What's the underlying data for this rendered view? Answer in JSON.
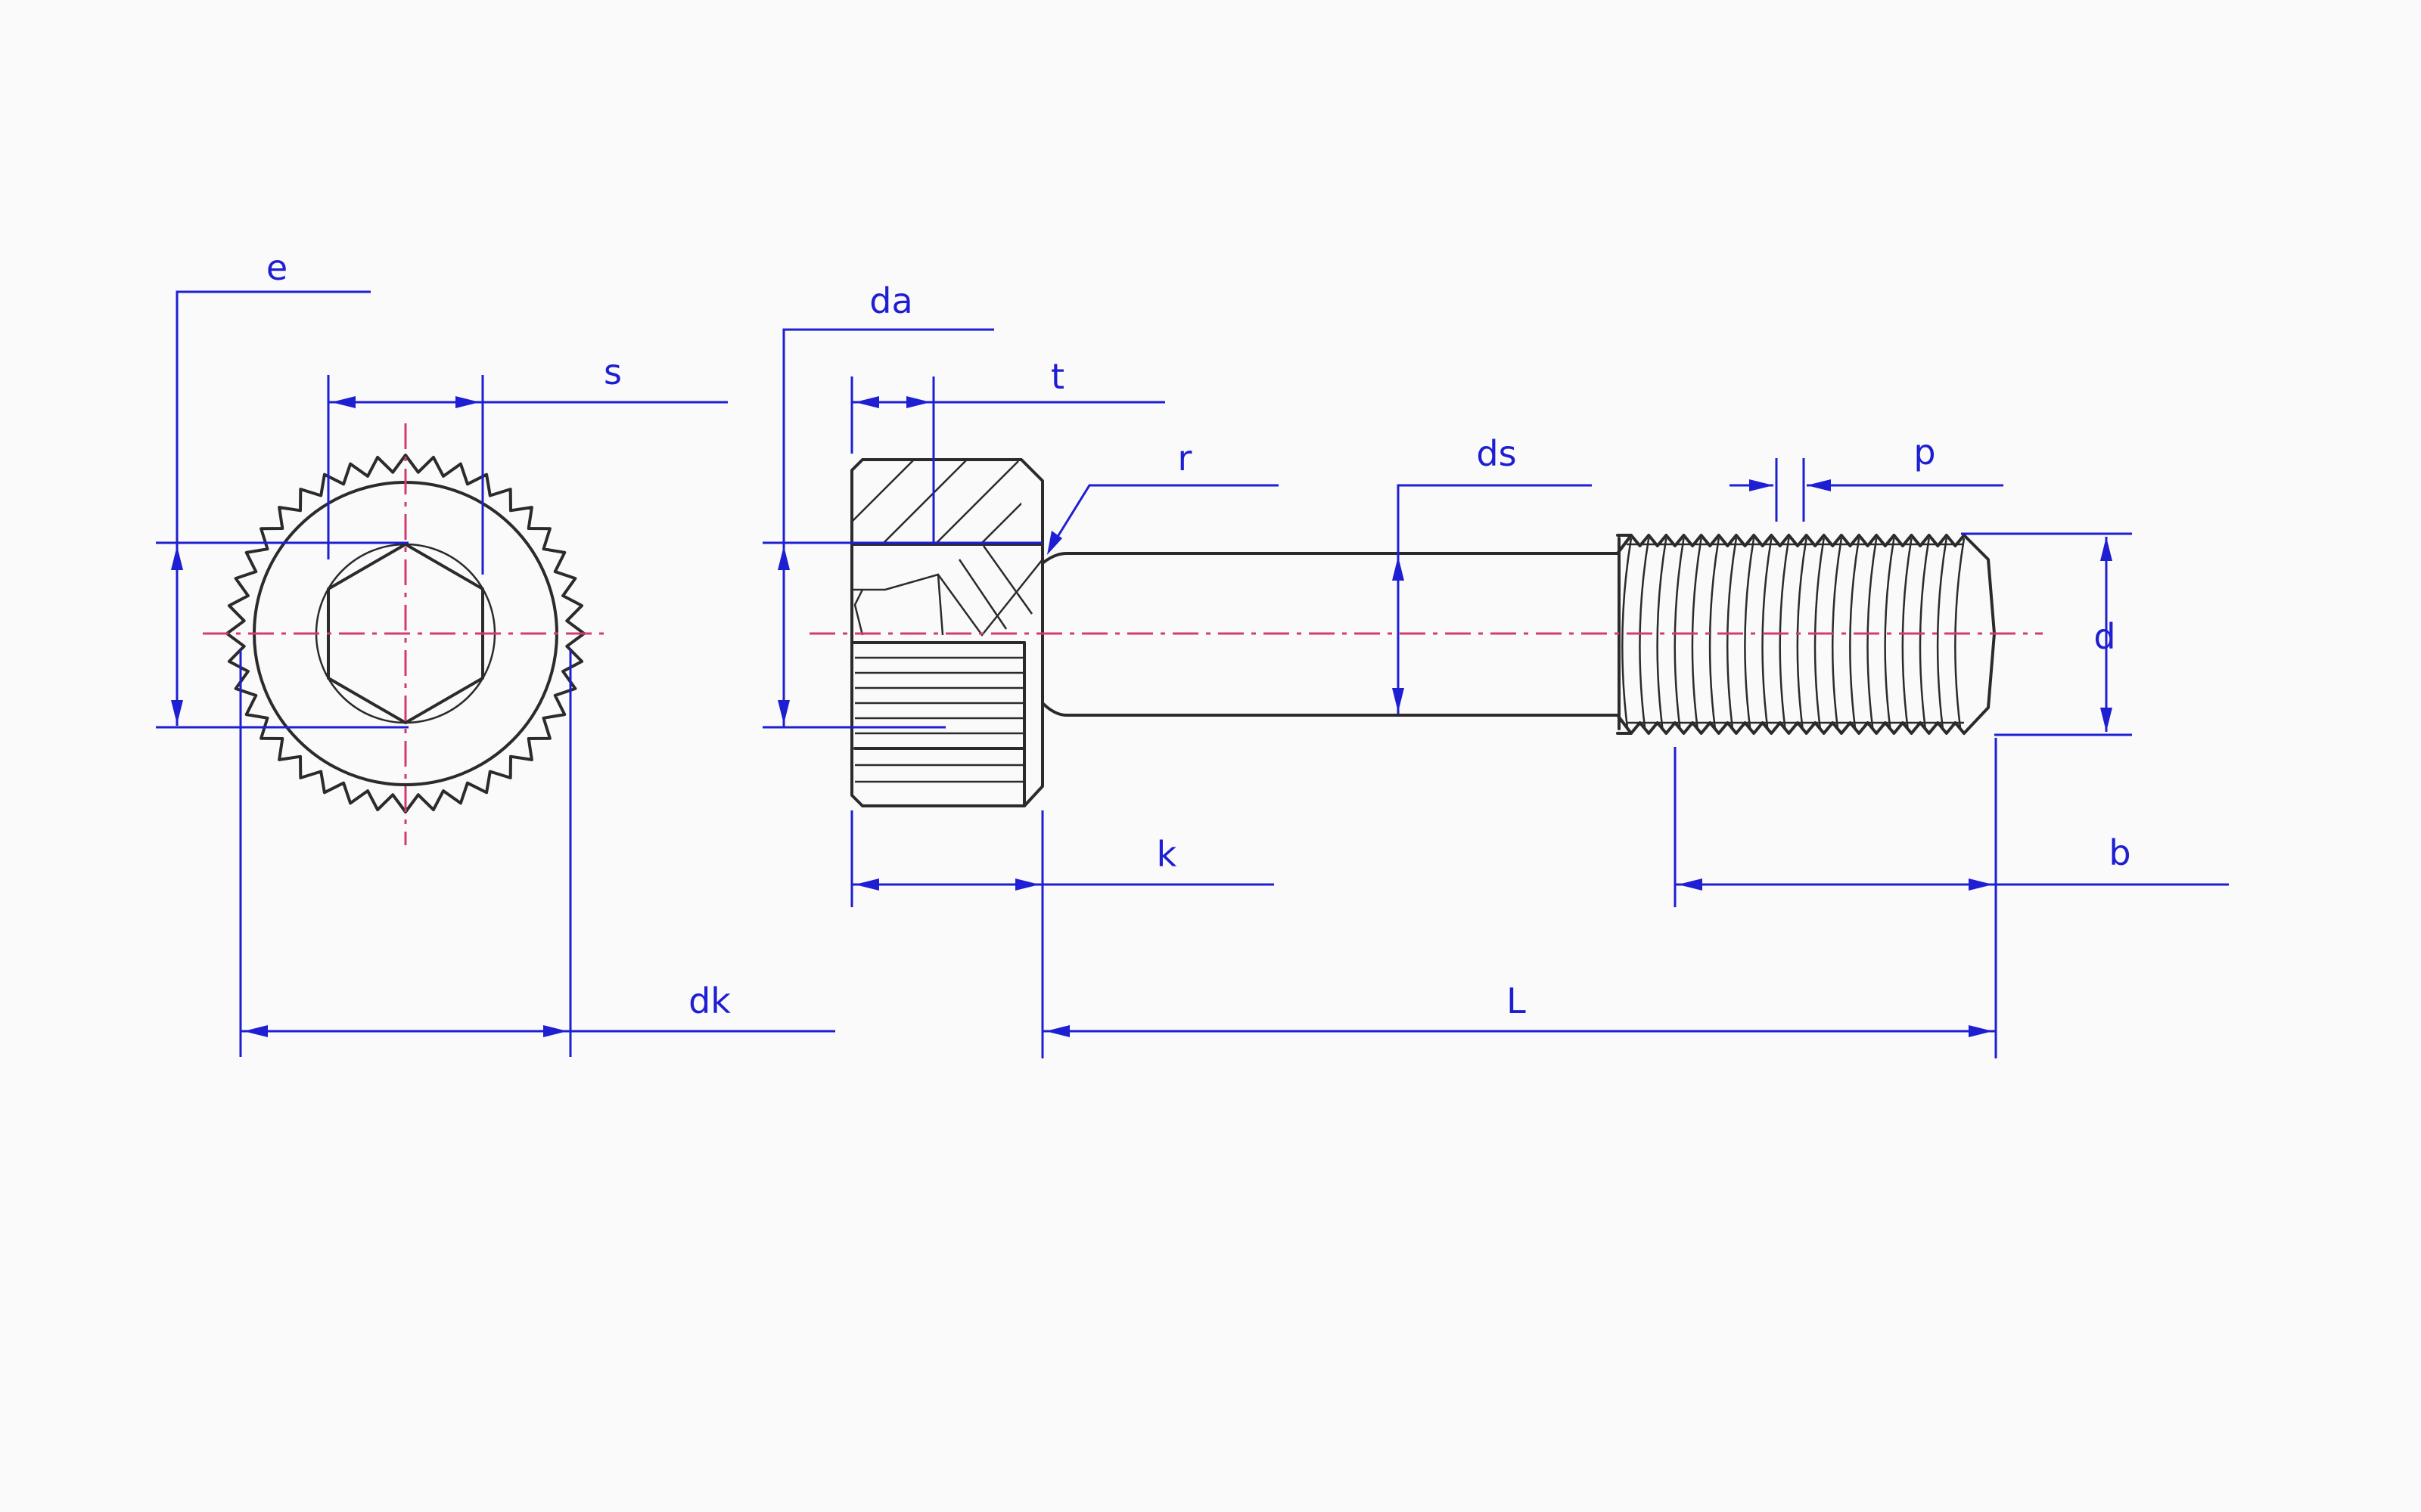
{
  "colors": {
    "background": "#fafafa",
    "outline": "#2b2b2b",
    "dimension": "#1e1ed2",
    "centerline": "#d23c6e"
  },
  "labels": {
    "e": "e",
    "s": "s",
    "dk": "dk",
    "da": "da",
    "t": "t",
    "r": "r",
    "ds": "ds",
    "p": "p",
    "d": "d",
    "k": "k",
    "b": "b",
    "L": "L"
  }
}
